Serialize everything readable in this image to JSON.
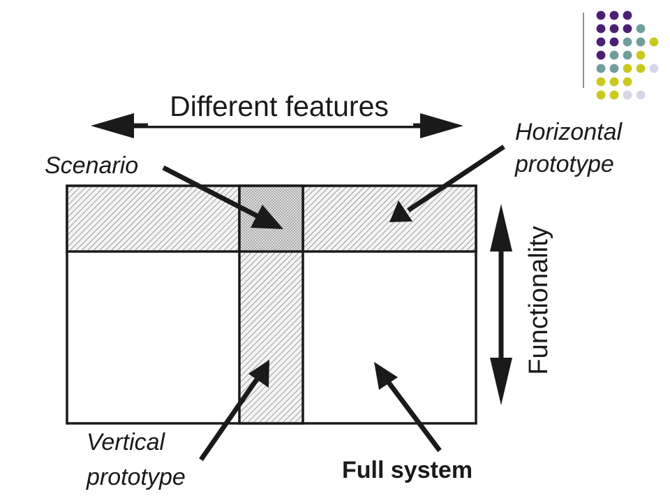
{
  "diagram": {
    "title": "Different features",
    "labels": {
      "scenario": "Scenario",
      "horizontal_line1": "Horizontal",
      "horizontal_line2": "prototype",
      "functionality": "Functionality",
      "vertical_line1": "Vertical",
      "vertical_line2": "prototype",
      "full_system": "Full system"
    }
  },
  "decoration": {
    "dot_rows": [
      [
        "purple",
        "purple",
        "purple"
      ],
      [
        "purple",
        "purple",
        "purple",
        "teal"
      ],
      [
        "purple",
        "purple",
        "teal",
        "teal",
        "yellow"
      ],
      [
        "purple",
        "teal",
        "teal",
        "yellow"
      ],
      [
        "teal",
        "teal",
        "yellow",
        "yellow",
        "lavender"
      ],
      [
        "yellow",
        "yellow",
        "yellow"
      ],
      [
        "yellow",
        "yellow",
        "lavender",
        "lavender"
      ]
    ],
    "colors": {
      "purple": "#4b1f74",
      "teal": "#6f9e9c",
      "yellow": "#c9c91f",
      "lavender": "#d6d6e6"
    }
  }
}
